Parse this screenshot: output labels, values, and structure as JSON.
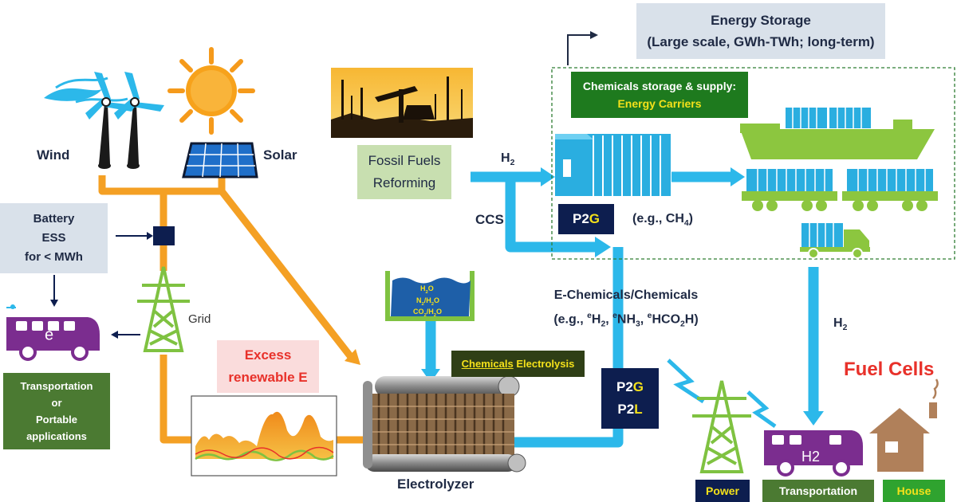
{
  "storage_title": {
    "line1": "Energy Storage",
    "line2": "(Large scale, GWh-TWh; long-term)"
  },
  "chemicals_storage": {
    "line1": "Chemicals storage & supply:",
    "line2": "Energy Carriers"
  },
  "labels": {
    "wind": "Wind",
    "solar": "Solar",
    "grid": "Grid",
    "ccs": "CCS",
    "electrolyzer": "Electrolyzer",
    "fuel_cells": "Fuel Cells"
  },
  "battery": {
    "line1": "Battery",
    "line2": "ESS",
    "line3": "for < MWh"
  },
  "fossil": {
    "line1": "Fossil Fuels",
    "line2": "Reforming"
  },
  "excess": {
    "line1": "Excess",
    "line2": "renewable E"
  },
  "transport_portable": {
    "line1": "Transportation",
    "line2": "or",
    "line3": "Portable",
    "line4": "applications"
  },
  "h2_top": {
    "base": "H",
    "sub": "2"
  },
  "h2_right": {
    "base": "H",
    "sub": "2"
  },
  "p2g_top": {
    "p2": "P2",
    "g": "G"
  },
  "ch4": {
    "pre": "(e.g., CH",
    "sub": "4",
    "post": ")"
  },
  "echem": {
    "line1": "E-Chemicals/Chemicals",
    "p1": "(e.g., ",
    "sup1": "e",
    "t1": "H",
    "sub1": "2",
    "t2": ", ",
    "sup2": "e",
    "t3": "NH",
    "sub2": "3",
    "t4": ", ",
    "sup3": "e",
    "t5": "HCO",
    "sub3": "2",
    "t6": "H)"
  },
  "chem_electrolysis": {
    "underlined": "Chemicals",
    "rest": " Electrolysis"
  },
  "p2g_p2l": {
    "p2a": "P2",
    "g": "G",
    "p2b": "P2",
    "l": "L"
  },
  "tank_labels": {
    "r1": {
      "a": "H",
      "b": "2",
      "c": "O"
    },
    "r2": {
      "a": "N",
      "b": "2",
      "c": "/H",
      "d": "2",
      "e": "O"
    },
    "r3": {
      "a": "CO",
      "b": "2",
      "c": "/H",
      "d": "2",
      "e": "O"
    }
  },
  "bus_left_label": "e",
  "bus_left_sup": "−",
  "bus_right_label": "H2",
  "bottom_labels": {
    "power": "Power",
    "transportation": "Transportation",
    "house": "House"
  },
  "colors": {
    "orange": "#f4a024",
    "cyan": "#2cb8ea",
    "navy": "#0d1e4f",
    "green_box": "#4b7a32",
    "dark_green": "#1e7a1e",
    "fuel_red": "#e8312a",
    "purple": "#7b2d8f",
    "lime": "#8cc63f"
  }
}
